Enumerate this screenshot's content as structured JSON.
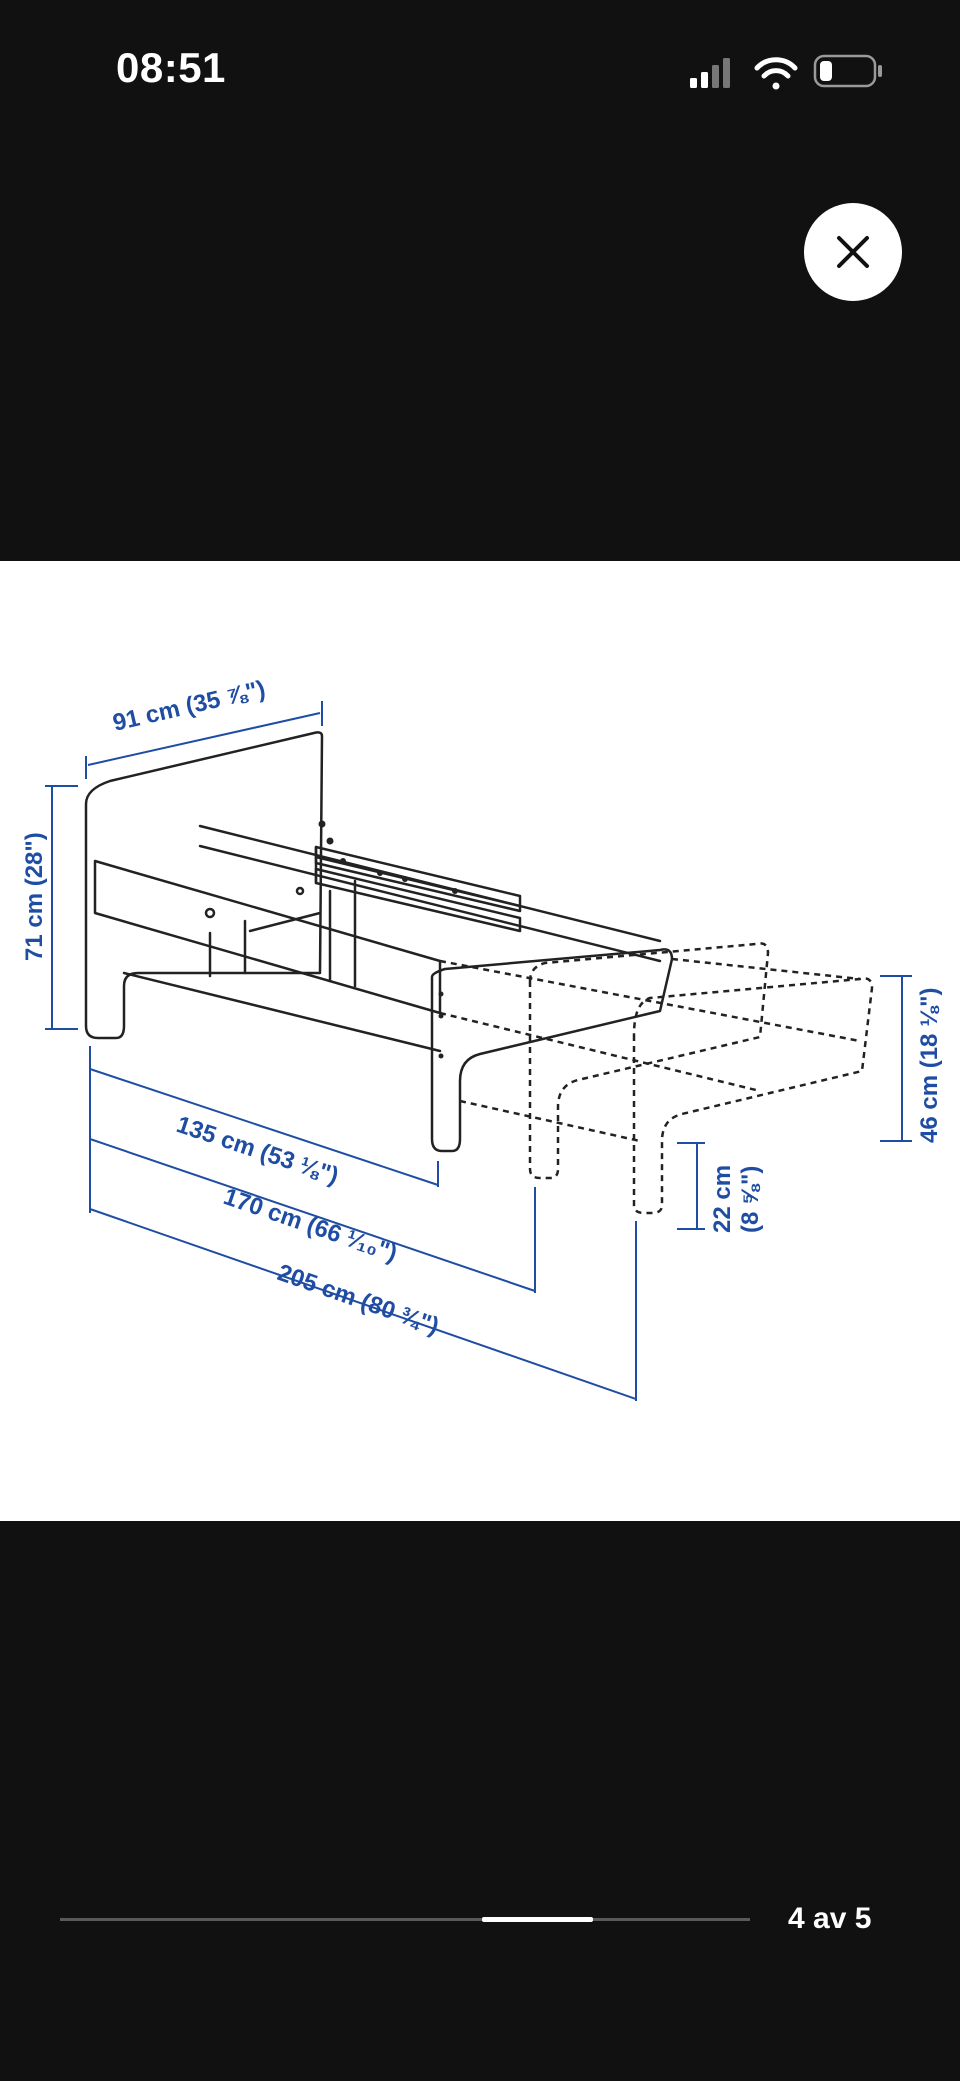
{
  "status_bar": {
    "time": "08:51",
    "icons": [
      "cellular-signal-icon",
      "wifi-icon",
      "battery-icon"
    ]
  },
  "viewer": {
    "close_icon": "close-icon",
    "progress": {
      "current": 4,
      "total": 5
    },
    "counter_label": "4 av 5"
  },
  "diagram": {
    "labels": {
      "width": "91 cm (35 ⅞\")",
      "height": "71 cm (28\")",
      "length_min": "135 cm (53 ⅛\")",
      "length_mid": "170 cm (66 ¹⁄₁₀\")",
      "length_max": "205 cm (80 ¾\")",
      "bed_height": "46 cm (18 ⅛\")",
      "clearance_cm": "22 cm",
      "clearance_in": "(8 ⅝\")"
    }
  },
  "colors": {
    "background": "#111111",
    "panel": "#ffffff",
    "dimension_blue": "#1f4da3",
    "line": "#222222"
  }
}
